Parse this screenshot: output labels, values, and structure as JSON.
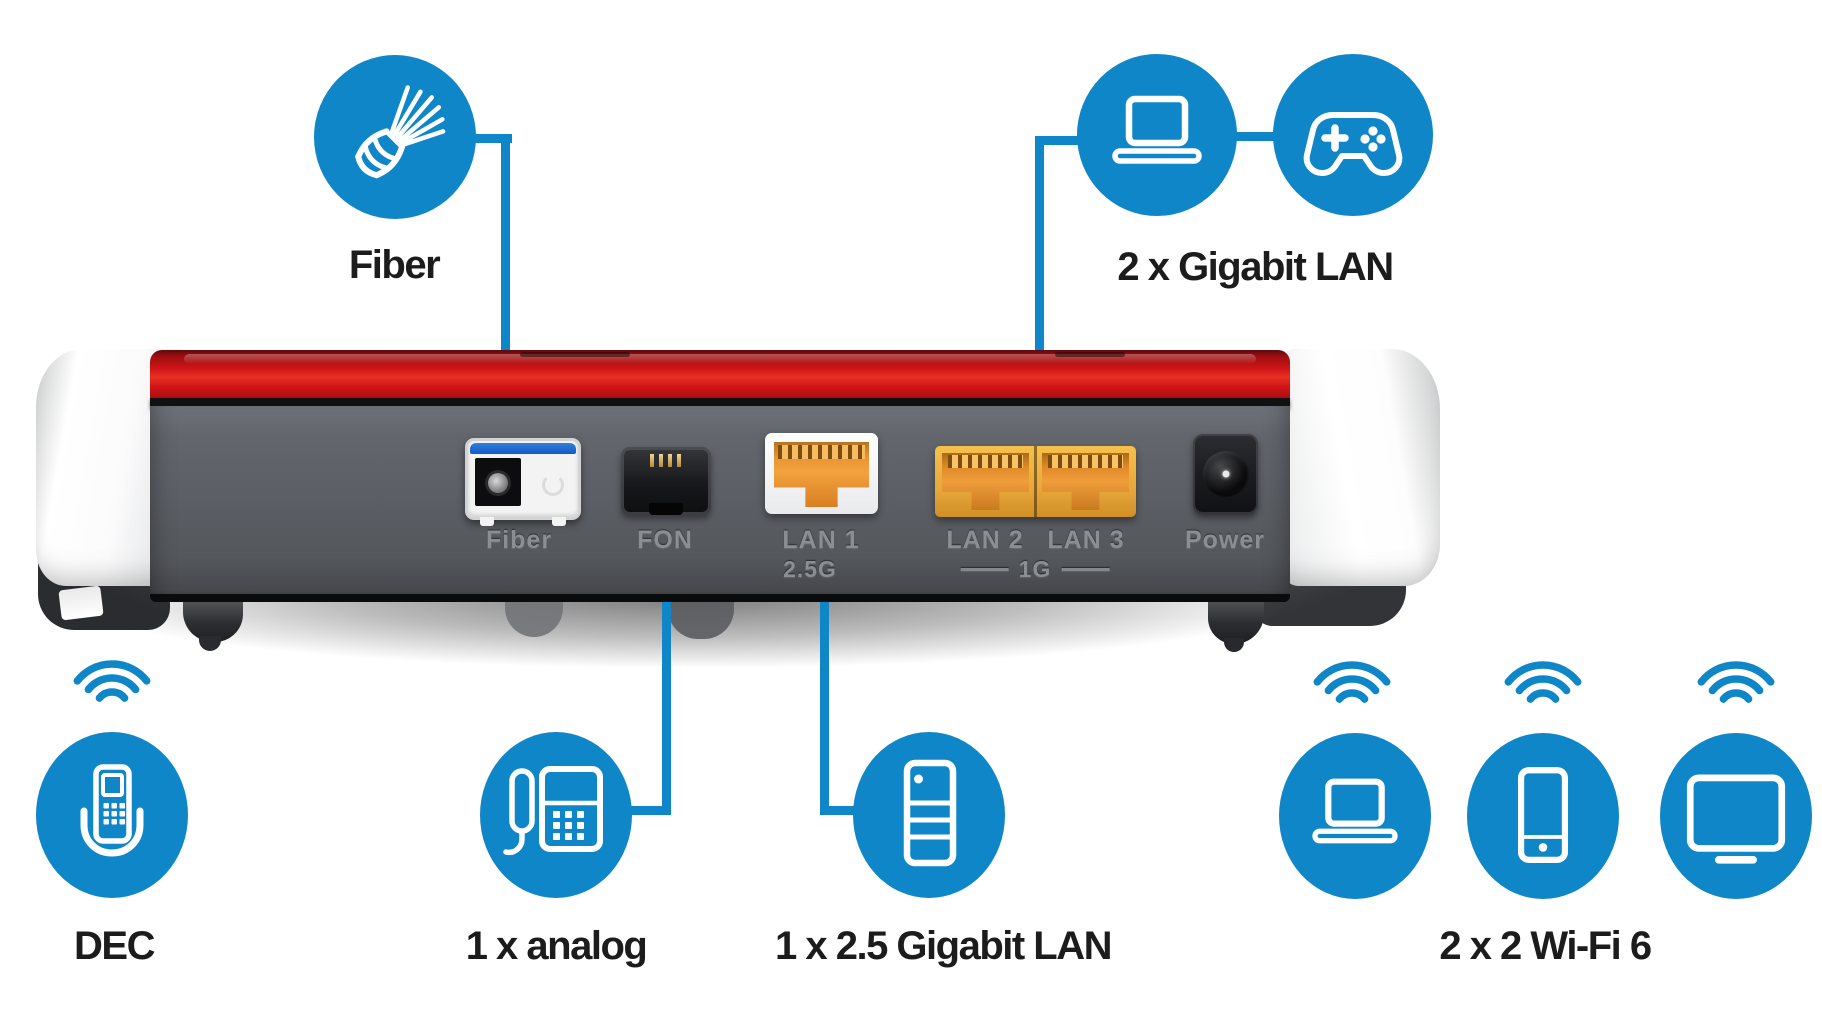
{
  "colors": {
    "accent_blue": "#0f86c8",
    "brand_red": "#d11517"
  },
  "device": {
    "ports": [
      {
        "label": "Fiber"
      },
      {
        "label": "FON"
      },
      {
        "label": "LAN 1",
        "sublabel": "2.5G"
      },
      {
        "label": "LAN 2"
      },
      {
        "label": "LAN 3"
      },
      {
        "label": "Power"
      }
    ],
    "lan_group_sublabel": "1G"
  },
  "callouts": {
    "fiber": {
      "label": "Fiber",
      "icon": "fiber-cable-icon"
    },
    "gigabit_lan": {
      "label": "2 x Gigabit LAN",
      "icons": [
        "laptop-icon",
        "game-controller-icon"
      ]
    },
    "dect": {
      "label": "DEC",
      "icon": "cordless-phone-icon"
    },
    "analog": {
      "label": "1 x analog",
      "icon": "desk-phone-icon"
    },
    "lan_25g": {
      "label": "1 x 2.5 Gigabit LAN",
      "icon": "server-icon"
    },
    "wifi": {
      "label": "2 x 2 Wi-Fi 6",
      "icons": [
        "laptop-icon",
        "smartphone-icon",
        "tv-icon"
      ]
    }
  }
}
